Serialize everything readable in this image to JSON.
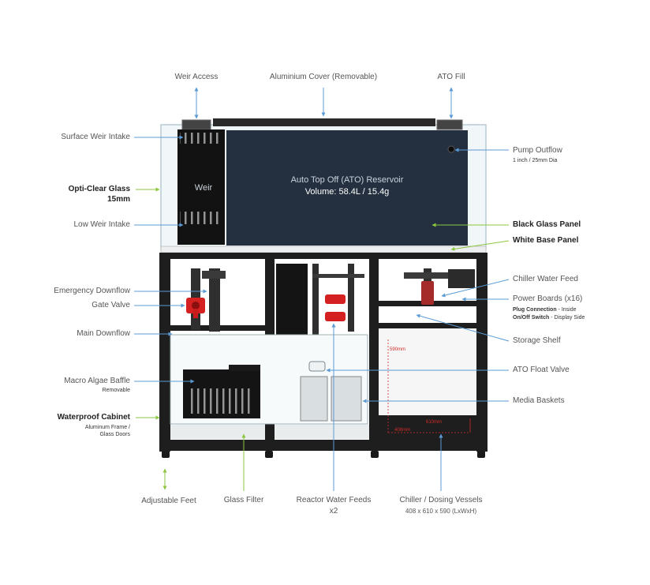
{
  "labels": {
    "weir_access": "Weir Access",
    "aluminium_cover": "Aluminium Cover (Removable)",
    "ato_fill": "ATO Fill",
    "surface_weir_intake": "Surface Weir Intake",
    "opti_clear_glass_line1": "Opti-Clear Glass",
    "opti_clear_glass_line2": "15mm",
    "low_weir_intake": "Low Weir Intake",
    "emergency_downflow": "Emergency Downflow",
    "gate_valve": "Gate Valve",
    "main_downflow": "Main Downflow",
    "macro_algae_baffle": "Macro Algae Baffle",
    "macro_algae_baffle_sub": "Removable",
    "waterproof_cabinet": "Waterproof Cabinet",
    "waterproof_cabinet_sub1": "Aluminum Frame /",
    "waterproof_cabinet_sub2": "Glass Doors",
    "pump_outflow": "Pump Outflow",
    "pump_outflow_sub": "1 inch / 25mm Dia",
    "black_glass_panel": "Black Glass Panel",
    "white_base_panel": "White Base Panel",
    "chiller_water_feed": "Chiller Water Feed",
    "power_boards": "Power Boards (x16)",
    "power_boards_sub1_bold": "Plug Connection",
    "power_boards_sub1_rest": " - Inside",
    "power_boards_sub2_bold": "On/Off Switch",
    "power_boards_sub2_rest": " - Display Side",
    "storage_shelf": "Storage Shelf",
    "ato_float_valve": "ATO Float Valve",
    "media_baskets": "Media Baskets",
    "adjustable_feet": "Adjustable Feet",
    "glass_filter": "Glass Filter",
    "reactor_water_feeds_line1": "Reactor Water Feeds",
    "reactor_water_feeds_line2": "x2",
    "chiller_dosing_vessels": "Chiller / Dosing Vessels",
    "chiller_dosing_vessels_sub": "408 x 610 x 590 (LxWxH)"
  },
  "tank": {
    "weir_text": "Weir",
    "reservoir_title": "Auto Top Off (ATO) Reservoir",
    "reservoir_volume": "Volume: 58.4L / 15.4g"
  },
  "cabinet": {
    "dimension_590": "590mm",
    "dimension_610": "610mm",
    "dimension_408": "408mm"
  },
  "colors": {
    "arrow_blue": "#5b9bd5",
    "arrow_green": "#8cc63f",
    "cabinet_frame": "#1e1e1e",
    "reservoir_glass": "#24303f",
    "valve_red": "#d42020",
    "dimension_red": "#d22a2a"
  }
}
